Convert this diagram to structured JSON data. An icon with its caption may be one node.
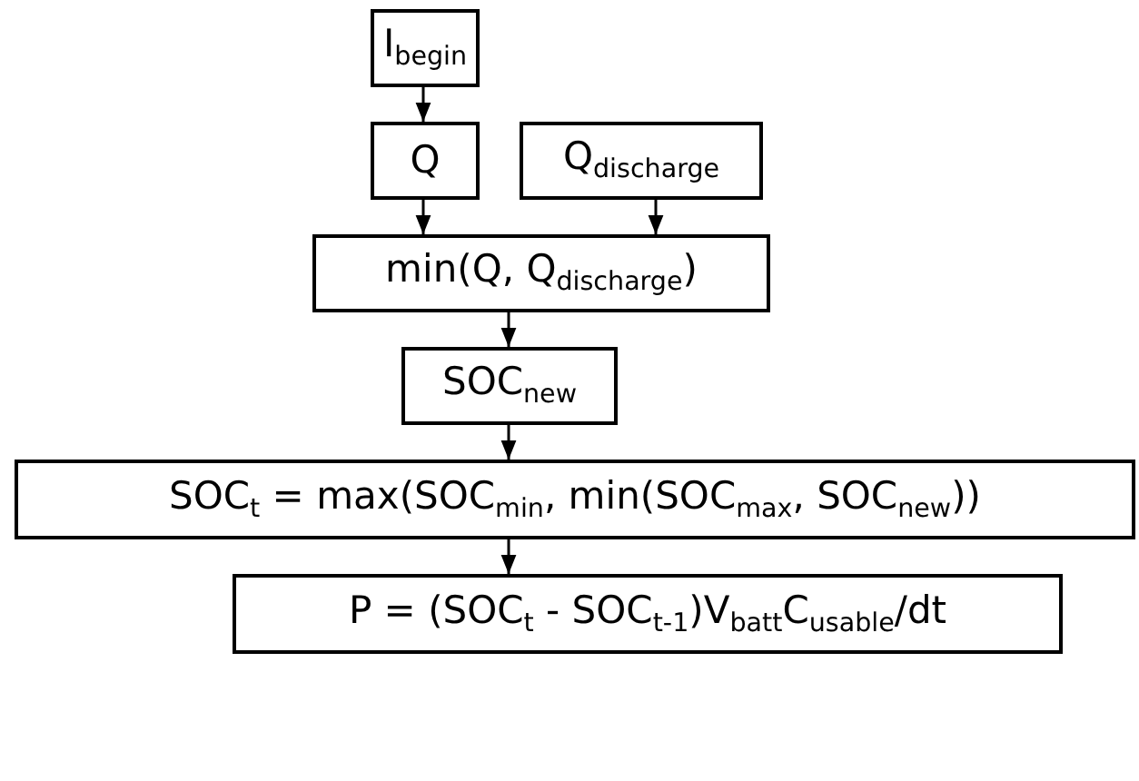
{
  "diagram": {
    "nodes": [
      {
        "text": [
          "I$_{begin}$"
        ]
      },
      {
        "text": [
          "Q"
        ]
      },
      {
        "text": [
          "Q$_{discharge}$"
        ]
      },
      {
        "text": [
          "min(Q, Q$_{discharge}$)"
        ]
      },
      {
        "text": [
          "SOC$_{new}$"
        ]
      },
      {
        "text": [
          "SOC$_{t}$ = max(SOC$_{min}$, min(SOC$_{max}$, SOC$_{new}$))"
        ]
      },
      {
        "text": [
          "P = (SOC$_{t}$ - SOC$_{t-1}$)V$_{batt}$C$_{usable}$/dt"
        ]
      }
    ],
    "edges": [
      {
        "from": 0,
        "to": 1,
        "arrow": "to"
      },
      {
        "from": 1,
        "to": 3,
        "arrow": "to"
      },
      {
        "from": 2,
        "to": 3,
        "arrow": "to"
      },
      {
        "from": 3,
        "to": 4,
        "arrow": "to"
      },
      {
        "from": 4,
        "to": 5,
        "arrow": "to"
      },
      {
        "from": 5,
        "to": 6,
        "arrow": "to"
      }
    ]
  }
}
